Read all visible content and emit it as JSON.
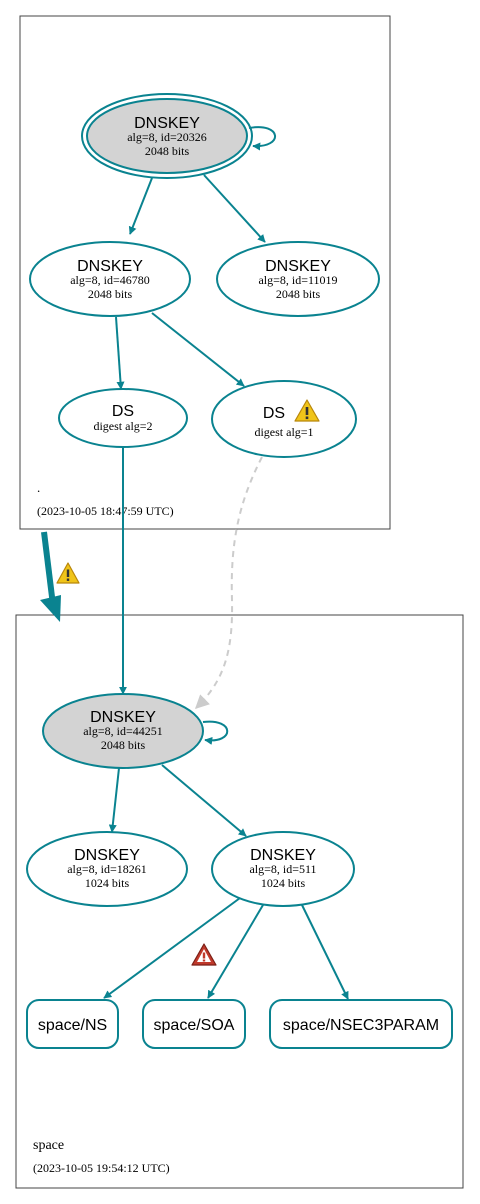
{
  "colors": {
    "edge": "#0a8390",
    "node_stroke": "#0a8390",
    "trust_anchor_fill": "#d3d3d3",
    "cluster_border": "#444444",
    "dashed_edge": "#cccccc",
    "warning": "#f0c419",
    "error": "#c0392b"
  },
  "zones": {
    "root": {
      "name": ".",
      "timestamp": "(2023-10-05 18:47:59 UTC)",
      "nodes": {
        "ksk": {
          "title": "DNSKEY",
          "line1": "alg=8, id=20326",
          "line2": "2048 bits"
        },
        "zsk1": {
          "title": "DNSKEY",
          "line1": "alg=8, id=46780",
          "line2": "2048 bits"
        },
        "zsk2": {
          "title": "DNSKEY",
          "line1": "alg=8, id=11019",
          "line2": "2048 bits"
        },
        "ds1": {
          "title": "DS",
          "line1": "digest alg=2"
        },
        "ds2": {
          "title": "DS",
          "line1": "digest alg=1",
          "icon": "warning-icon"
        }
      }
    },
    "space": {
      "name": "space",
      "timestamp": "(2023-10-05 19:54:12 UTC)",
      "nodes": {
        "ksk": {
          "title": "DNSKEY",
          "line1": "alg=8, id=44251",
          "line2": "2048 bits"
        },
        "zsk1": {
          "title": "DNSKEY",
          "line1": "alg=8, id=18261",
          "line2": "1024 bits"
        },
        "zsk2": {
          "title": "DNSKEY",
          "line1": "alg=8, id=511",
          "line2": "1024 bits"
        },
        "rr_ns": {
          "label": "space/NS"
        },
        "rr_soa": {
          "label": "space/SOA"
        },
        "rr_nsec3param": {
          "label": "space/NSEC3PARAM"
        }
      }
    }
  },
  "delegation": {
    "icon": "warning-icon"
  },
  "rrset_edges": {
    "icon": "error-icon"
  }
}
